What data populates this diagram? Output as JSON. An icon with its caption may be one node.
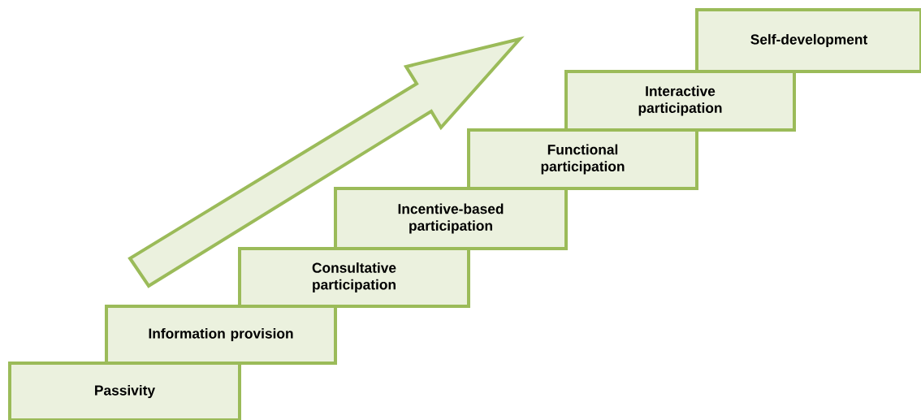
{
  "diagram": {
    "nodes": [
      {
        "text": [
          "Passivity"
        ]
      },
      {
        "text": [
          "Information provision"
        ]
      },
      {
        "text": [
          "Consultative participation"
        ]
      },
      {
        "text": [
          "Incentive-based participation"
        ]
      },
      {
        "text": [
          "Functional participation"
        ]
      },
      {
        "text": [
          "Interactive participation"
        ]
      },
      {
        "text": [
          "Self-development"
        ]
      }
    ]
  }
}
